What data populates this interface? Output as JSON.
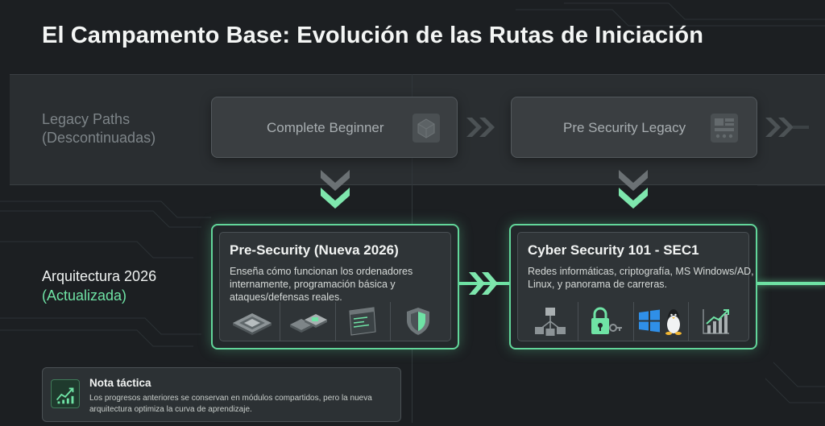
{
  "title": "El Campamento Base: Evolución de las Rutas de Iniciación",
  "legacy": {
    "label_line1": "Legacy Paths",
    "label_line2": "(Descontinuadas)",
    "cards": [
      {
        "label": "Complete Beginner",
        "icon": "cube-icon"
      },
      {
        "label": "Pre Security Legacy",
        "icon": "dashboard-icon"
      }
    ]
  },
  "new": {
    "label_line1": "Arquitectura 2026",
    "label_line2": "(Actualizada)",
    "cards": [
      {
        "title": "Pre-Security (Nueva 2026)",
        "description": "Enseña cómo funcionan los ordenadores internamente, programación básica y ataques/defensas reales.",
        "icons": [
          "cpu-icon",
          "hardware-icon",
          "code-window-icon",
          "shield-icon"
        ]
      },
      {
        "title": "Cyber Security 101 - SEC1",
        "description": "Redes informáticas, criptografía, MS Windows/AD, Linux, y panorama de carreras.",
        "icons": [
          "network-icon",
          "lock-key-icon",
          "windows-linux-icon",
          "growth-chart-icon"
        ]
      }
    ]
  },
  "note": {
    "title": "Nota táctica",
    "text": "Los progresos anteriores se conservan en módulos compartidos, pero la nueva arquitectura optimiza la curva de aprendizaje.",
    "icon": "chart-icon"
  },
  "colors": {
    "accent": "#6fe3a5",
    "background": "#1c1f22",
    "legacy_card": "#3a3e41"
  }
}
